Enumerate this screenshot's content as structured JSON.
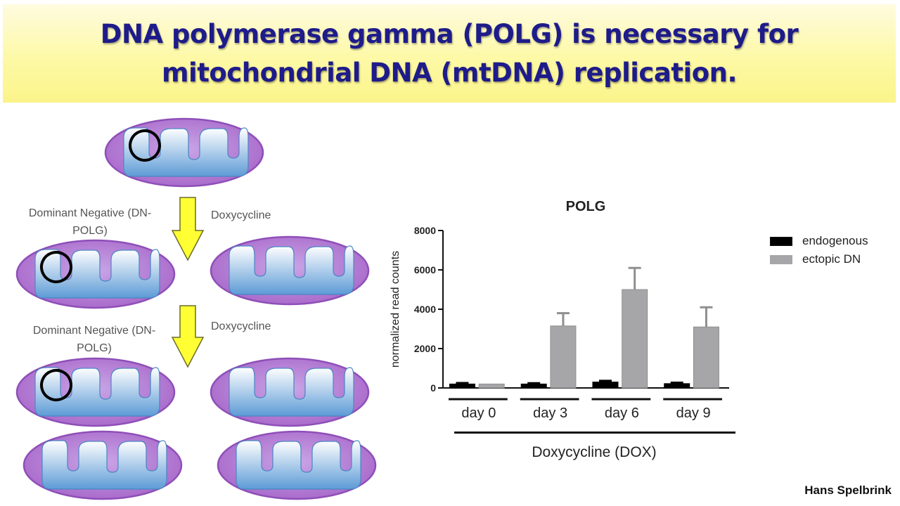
{
  "header": {
    "title_line1": "DNA polymerase gamma (POLG) is necessary for",
    "title_line2": "mitochondrial DNA (mtDNA) replication."
  },
  "diagram": {
    "label_dn_1": "Dominant Negative (DN-POLG)",
    "label_dox_1": "Doxycycline",
    "label_dn_2": "Dominant Negative (DN-POLG)",
    "label_dox_2": "Doxycycline",
    "colors": {
      "membrane": "#a766c9",
      "cristae": "#cfe0f2",
      "arrow": "#ffff33"
    },
    "icons": [
      "mitochondrion-icon",
      "mtdna-ring-icon",
      "down-arrow-icon"
    ]
  },
  "footer": {
    "dox_axis_label": "Doxycycline (DOX)",
    "credit": "Hans Spelbrink"
  },
  "chart_data": {
    "type": "bar",
    "title": "POLG",
    "ylabel": "normalized read counts",
    "xlabel": "",
    "categories": [
      "day 0",
      "day 3",
      "day 6",
      "day 9"
    ],
    "ylim": [
      0,
      8000
    ],
    "yticks": [
      0,
      2000,
      4000,
      6000,
      8000
    ],
    "series": [
      {
        "name": "endogenous",
        "color": "#000000",
        "values": [
          200,
          200,
          300,
          220
        ],
        "errors": [
          50,
          40,
          60,
          50
        ]
      },
      {
        "name": "ectopic DN",
        "color": "#a6a6a8",
        "values": [
          200,
          3150,
          5000,
          3100
        ],
        "errors": [
          0,
          650,
          1100,
          1000
        ]
      }
    ],
    "legend": "right",
    "grid": false
  }
}
